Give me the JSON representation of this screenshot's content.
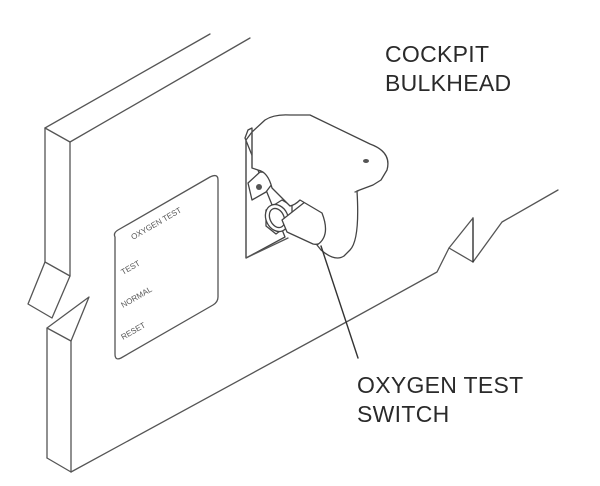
{
  "labels": {
    "bulkhead": {
      "line1": "COCKPIT",
      "line2": "BULKHEAD"
    },
    "switch": {
      "line1": "OXYGEN TEST",
      "line2": "SWITCH"
    }
  },
  "placard": {
    "title": "OXYGEN TEST",
    "positions": [
      "TEST",
      "NORMAL",
      "RESET"
    ]
  },
  "colors": {
    "line": "#555555",
    "text": "#2a2a2a",
    "background": "#ffffff"
  }
}
